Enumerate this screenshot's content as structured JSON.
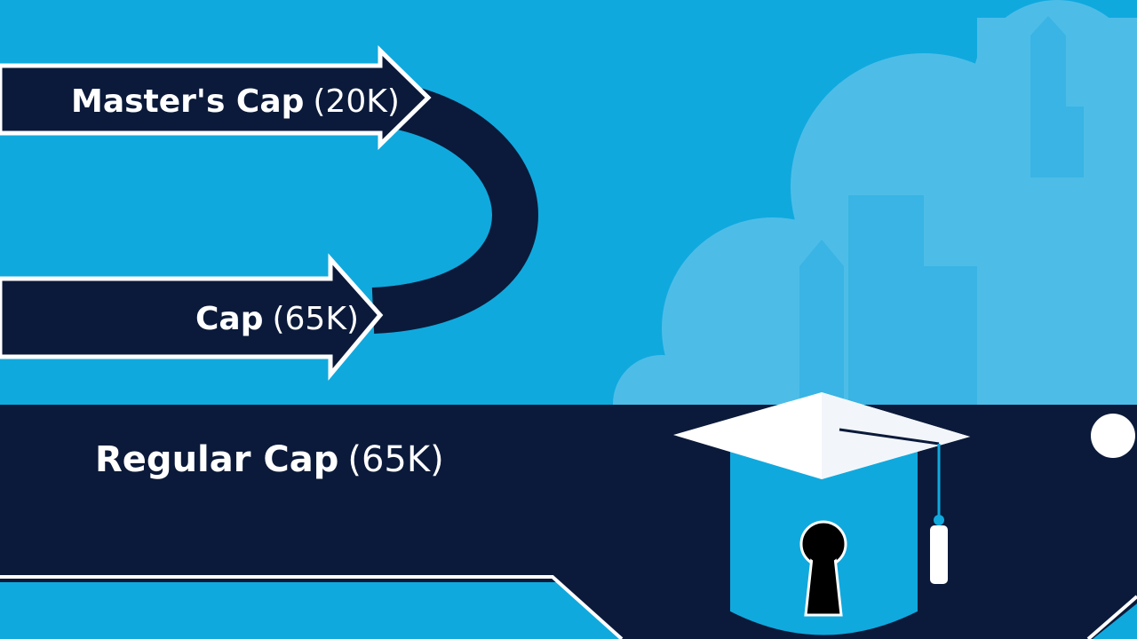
{
  "arrows": {
    "masters": {
      "name": "Master's Cap",
      "quantity": "(20K)"
    },
    "cap": {
      "name": "Cap",
      "quantity": "(65K)"
    }
  },
  "band": {
    "name": "Regular Cap",
    "quantity": "(65K)"
  },
  "icons": [
    "cloud-icon",
    "graduation-cap-icon",
    "keyhole-icon",
    "tassel-icon"
  ],
  "colors": {
    "background": "#10a9de",
    "navy": "#0b1a3a",
    "cloud": "#4dbde8",
    "white": "#ffffff"
  }
}
